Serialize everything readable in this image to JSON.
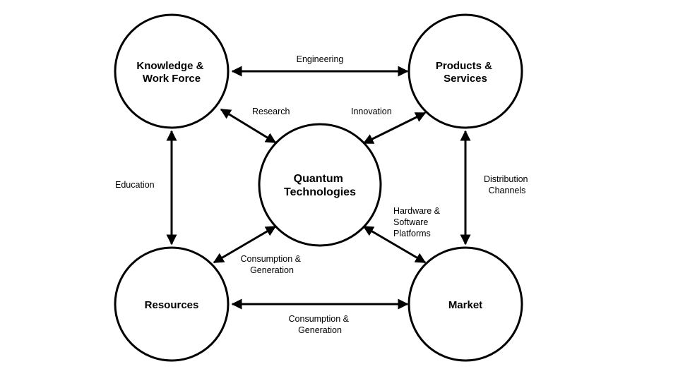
{
  "nodes": {
    "knowledge": [
      "Knowledge &",
      "Work Force"
    ],
    "products": [
      "Products &",
      "Services"
    ],
    "quantum": [
      "Quantum",
      "Technologies"
    ],
    "resources": [
      "Resources"
    ],
    "market": [
      "Market"
    ]
  },
  "edges": {
    "engineering": [
      "Engineering"
    ],
    "research": [
      "Research"
    ],
    "innovation": [
      "Innovation"
    ],
    "education": [
      "Education"
    ],
    "distribution": [
      "Distribution",
      "Channels"
    ],
    "hardware": [
      "Hardware &",
      "Software",
      "Platforms"
    ],
    "consumption_center": [
      "Consumption &",
      "Generation"
    ],
    "consumption_bottom": [
      "Consumption &",
      "Generation"
    ]
  }
}
